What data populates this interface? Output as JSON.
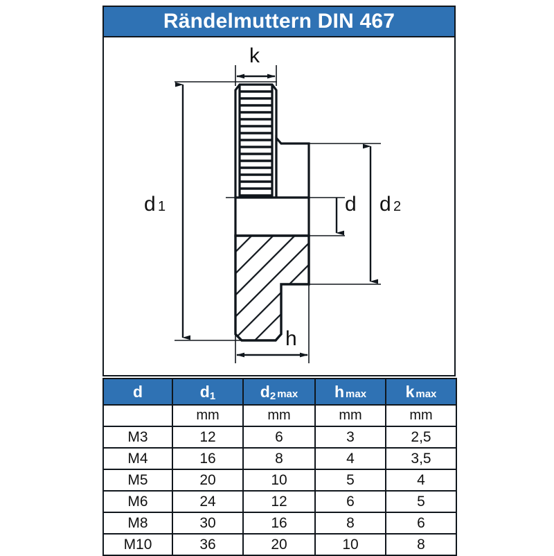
{
  "header": {
    "title": "Rändelmuttern DIN 467"
  },
  "drawing": {
    "name": "knurled-nut-section-drawing",
    "dimension_labels": {
      "k": "k",
      "d": "d",
      "d1_base": "d",
      "d1_sub": "1",
      "d2_base": "d",
      "d2_sub": "2",
      "h": "h"
    }
  },
  "table": {
    "columns": [
      {
        "base": "d",
        "sub": "",
        "max": ""
      },
      {
        "base": "d",
        "sub": "1",
        "max": ""
      },
      {
        "base": "d",
        "sub": "2",
        "max": "max"
      },
      {
        "base": "h",
        "sub": "",
        "max": "max"
      },
      {
        "base": "k",
        "sub": "",
        "max": "max"
      }
    ],
    "units": [
      "",
      "mm",
      "mm",
      "mm",
      "mm"
    ],
    "rows": [
      [
        "M3",
        "12",
        "6",
        "3",
        "2,5"
      ],
      [
        "M4",
        "16",
        "8",
        "4",
        "3,5"
      ],
      [
        "M5",
        "20",
        "10",
        "5",
        "4"
      ],
      [
        "M6",
        "24",
        "12",
        "6",
        "5"
      ],
      [
        "M8",
        "30",
        "16",
        "8",
        "6"
      ],
      [
        "M10",
        "36",
        "20",
        "10",
        "8"
      ]
    ]
  },
  "colors": {
    "header_blue": "#2f72b4",
    "line_black": "#10161c",
    "background": "#ffffff"
  }
}
